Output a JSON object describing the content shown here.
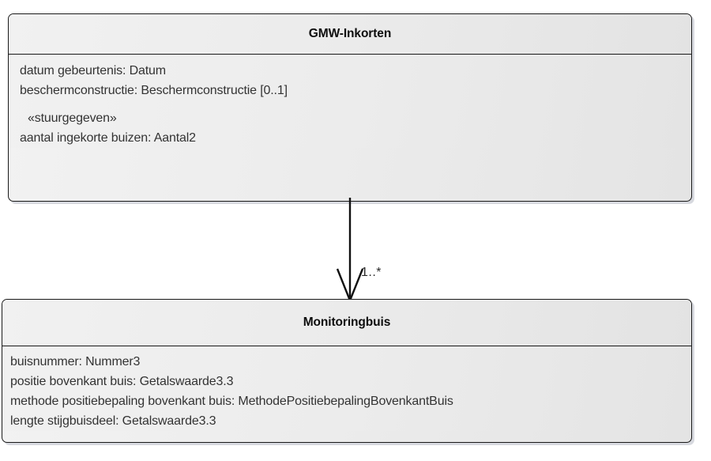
{
  "diagram": {
    "type": "uml-class-diagram",
    "background_color": "#ffffff",
    "classes": [
      {
        "id": "gmw-inkorten",
        "name": "GMW-Inkorten",
        "attributes": [
          {
            "text": "datum gebeurtenis: Datum",
            "style": "normal"
          },
          {
            "text": "beschermconstructie: Beschermconstructie [0..1]",
            "style": "normal"
          },
          {
            "text": "«stuurgegeven»",
            "style": "stereotype"
          },
          {
            "text": "aantal ingekorte buizen: Aantal2",
            "style": "normal"
          }
        ]
      },
      {
        "id": "monitoringbuis",
        "name": "Monitoringbuis",
        "attributes": [
          {
            "text": "buisnummer: Nummer3",
            "style": "normal"
          },
          {
            "text": "positie bovenkant buis: Getalswaarde3.3",
            "style": "normal"
          },
          {
            "text": "methode positiebepaling bovenkant buis: MethodePositiebepalingBovenkantBuis",
            "style": "normal"
          },
          {
            "text": "lengte stijgbuisdeel: Getalswaarde3.3",
            "style": "normal"
          }
        ]
      }
    ],
    "connector": {
      "name": "association-gmw-inkorten-to-monitoringbuis",
      "kind": "directed-association",
      "arrowhead": "open-v",
      "source": "GMW-Inkorten",
      "target": "Monitoringbuis",
      "target_multiplicity": "1..*",
      "line_color": "#111111"
    },
    "colors": {
      "border": "#1a1a1a",
      "title_text": "#0d0d0d",
      "attribute_text": "#333333",
      "fill_light": "#f2f2f2",
      "fill_dark": "#e4e4e4",
      "shadow": "#969baa"
    }
  }
}
